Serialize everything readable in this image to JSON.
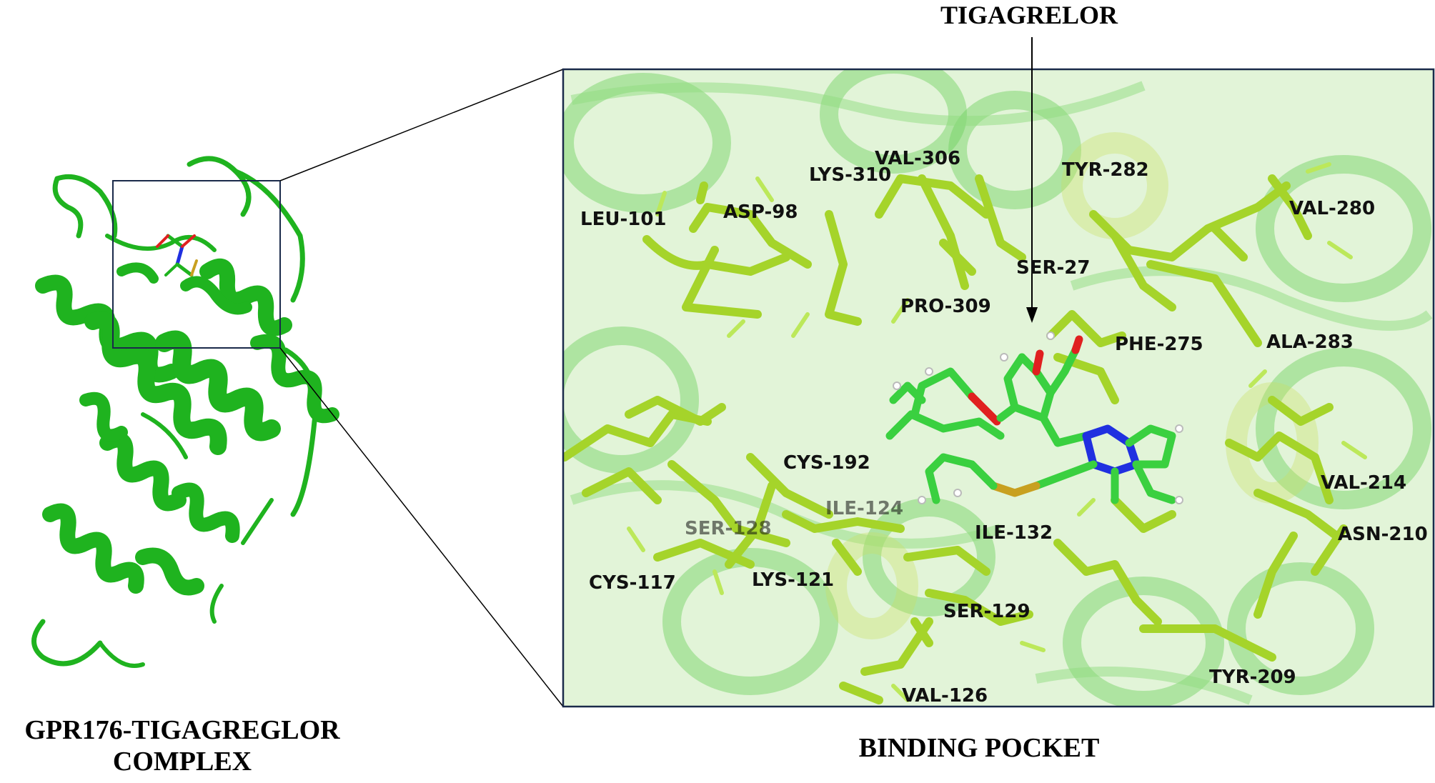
{
  "complex": {
    "caption_line1": "GPR176-TIGAGREGLOR",
    "caption_line2": "COMPLEX"
  },
  "pocket": {
    "caption": "BINDING POCKET",
    "ligand_label": "TIGAGRELOR"
  },
  "residues": [
    "LEU-101",
    "ASP-98",
    "LYS-310",
    "VAL-306",
    "TYR-282",
    "VAL-280",
    "SER-27",
    "PRO-309",
    "PHE-275",
    "ALA-283",
    "CYS-192",
    "VAL-214",
    "ASN-210",
    "ILE-132",
    "CYS-117",
    "LYS-121",
    "SER-129",
    "TYR-209",
    "VAL-126",
    "ILE-124",
    "SER-128"
  ],
  "colors": {
    "protein": "#1fb31f",
    "residue": "#a5d42a",
    "oxygen": "#e02020",
    "nitrogen": "#2030e0",
    "sulfur": "#c8a020",
    "frame": "#1a2a4a"
  }
}
